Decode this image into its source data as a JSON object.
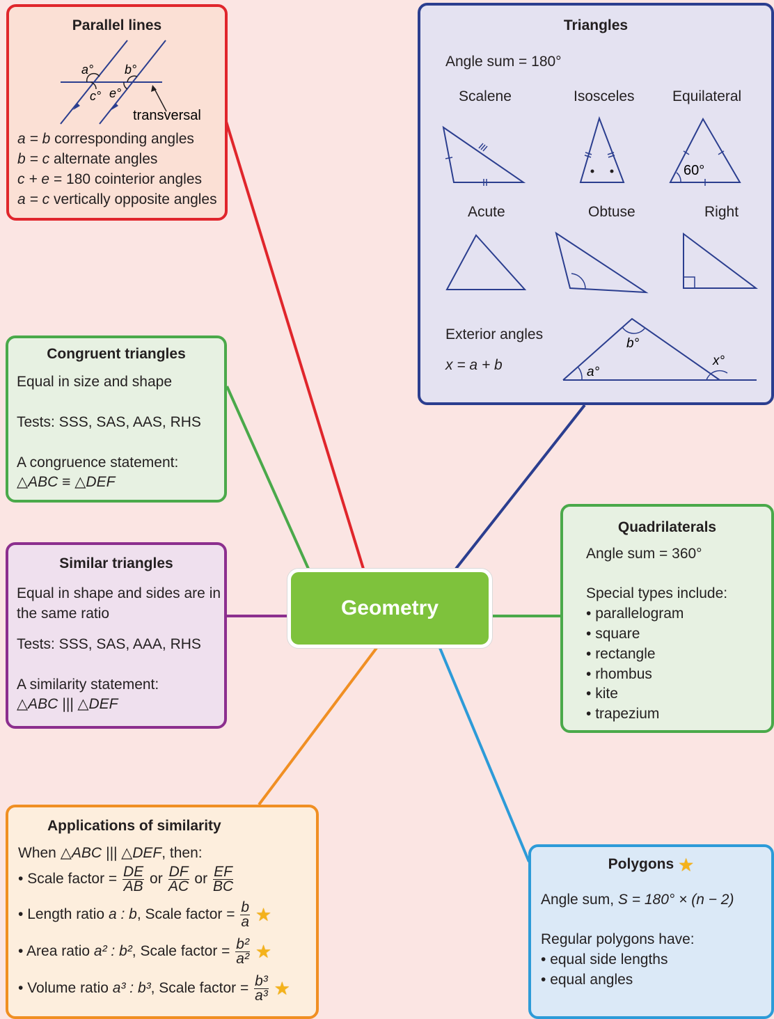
{
  "center": {
    "label": "Geometry"
  },
  "colors": {
    "background": "#fbe5e3",
    "red": "#e0262c",
    "navy": "#2b3e8f",
    "green": "#4aa94a",
    "purple": "#8c2f8e",
    "orange": "#f08f23",
    "blue": "#2d9bd8",
    "center": "#7ec23c",
    "star": "#f4b21b"
  },
  "parallel": {
    "title": "Parallel lines",
    "fig": {
      "a": "a°",
      "b": "b°",
      "c": "c°",
      "e": "e°",
      "transversal": "transversal"
    },
    "rows": [
      {
        "expr": "a = b",
        "text": " corresponding angles"
      },
      {
        "expr": "b = c",
        "text": " alternate angles"
      },
      {
        "expr": "c + e",
        "text": " = 180 cointerior angles"
      },
      {
        "expr": "a = c",
        "text": " vertically opposite angles"
      }
    ]
  },
  "triangles": {
    "title": "Triangles",
    "angle_sum": "Angle sum = 180°",
    "types_row1": [
      "Scalene",
      "Isosceles",
      "Equilateral"
    ],
    "types_row2": [
      "Acute",
      "Obtuse",
      "Right"
    ],
    "equilateral_angle": "60°",
    "exterior_title": "Exterior angles",
    "exterior_formula": "x = a + b",
    "exterior_labels": {
      "a": "a°",
      "b": "b°",
      "x": "x°"
    }
  },
  "congruent": {
    "title": "Congruent triangles",
    "line1": "Equal in size and shape",
    "tests": "Tests: SSS, SAS, AAS, RHS",
    "statement_label": "A congruence statement:",
    "statement": "△ABC ≡ △DEF"
  },
  "similar": {
    "title": "Similar triangles",
    "line1": "Equal in shape and sides are in",
    "line2": "the same ratio",
    "tests": "Tests: SSS, SAS, AAA, RHS",
    "statement_label": "A similarity statement:",
    "statement": "△ABC ||| △DEF"
  },
  "quads": {
    "title": "Quadrilaterals",
    "angle_sum": "Angle sum = 360°",
    "special_label": "Special types include:",
    "items": [
      "parallelogram",
      "square",
      "rectangle",
      "rhombus",
      "kite",
      "trapezium"
    ]
  },
  "applications": {
    "title": "Applications of similarity",
    "when_prefix": "When ",
    "when_statement": "△ABC ||| △DEF",
    "when_suffix": ", then:",
    "scale_label": "Scale factor = ",
    "or": "or",
    "fractions": [
      {
        "num": "DE",
        "den": "AB"
      },
      {
        "num": "DF",
        "den": "AC"
      },
      {
        "num": "EF",
        "den": "BC"
      }
    ],
    "length_label": "Length ratio ",
    "length_ratio": "a : b",
    "area_label": "Area ratio ",
    "area_ratio": "a² : b²",
    "volume_label": "Volume ratio ",
    "volume_ratio": "a³ : b³",
    "sf_label": ", Scale factor = ",
    "length_frac": {
      "num": "b",
      "den": "a"
    },
    "area_frac": {
      "num": "b²",
      "den": "a²"
    },
    "volume_frac": {
      "num": "b³",
      "den": "a³"
    },
    "star": "★"
  },
  "polygons": {
    "title": "Polygons",
    "star": "★",
    "angle_sum_label": "Angle sum, ",
    "angle_sum_formula": "S = 180° × (n − 2)",
    "regular_label": "Regular polygons have:",
    "items": [
      "equal side lengths",
      "equal angles"
    ]
  }
}
